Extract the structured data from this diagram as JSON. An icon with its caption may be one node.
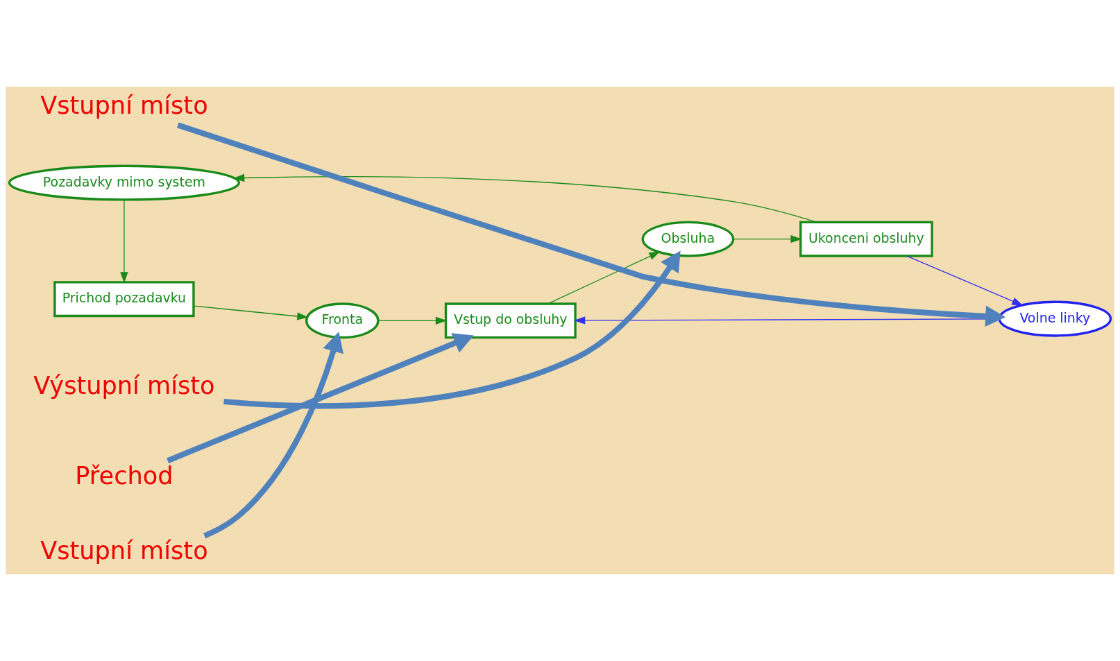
{
  "diagram": {
    "nodes": [
      {
        "text": [
          "Prichod pozadavku"
        ]
      },
      {
        "text": [
          "Fronta"
        ]
      },
      {
        "text": [
          "Vstup do obsluhy"
        ]
      },
      {
        "text": [
          "Obsluha"
        ]
      },
      {
        "text": [
          "Ukonceni obsluhy"
        ]
      },
      {
        "text": [
          "Volne linky"
        ]
      },
      {
        "text": [
          "Pozadavky mimo system"
        ]
      },
      {
        "text": [
          "Vstupní místo"
        ]
      },
      {
        "text": [
          "Vstupní místo"
        ]
      },
      {
        "text": [
          "Přechod"
        ]
      },
      {
        "text": [
          "Výstupní místo"
        ]
      }
    ],
    "edges": [
      {
        "from": 0,
        "to": 1,
        "arrow": "to"
      },
      {
        "from": 1,
        "to": 2,
        "arrow": "to"
      },
      {
        "from": 2,
        "to": 3,
        "arrow": "to"
      },
      {
        "from": 3,
        "to": 4,
        "arrow": "to"
      },
      {
        "from": 4,
        "to": 5,
        "arrow": "to",
        "color": "#3333ee"
      },
      {
        "from": 5,
        "to": 2,
        "arrow": "to",
        "color": "#3333ee"
      },
      {
        "from": 4,
        "to": 6,
        "arrow": "to"
      },
      {
        "from": 6,
        "to": 0,
        "arrow": "to"
      },
      {
        "from": 7,
        "to": 5,
        "arrow": "to",
        "style": "thick",
        "color": "#4f81bd"
      },
      {
        "from": 8,
        "to": 1,
        "arrow": "to",
        "style": "thick",
        "color": "#4f81bd"
      },
      {
        "from": 9,
        "to": 2,
        "arrow": "to",
        "style": "thick",
        "color": "#4f81bd"
      },
      {
        "from": 10,
        "to": 3,
        "arrow": "to",
        "style": "thick",
        "color": "#4f81bd"
      }
    ]
  }
}
